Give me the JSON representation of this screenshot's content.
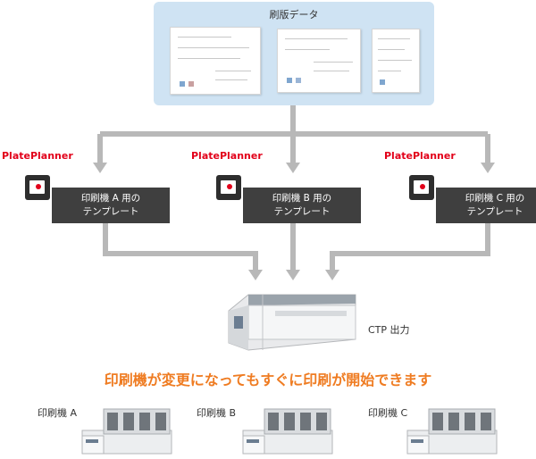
{
  "data_box": {
    "title": "刷版データ"
  },
  "plateplanner": [
    {
      "logo": "PlatePlanner",
      "line1": "印刷機 A 用の",
      "line2": "テンプレート"
    },
    {
      "logo": "PlatePlanner",
      "line1": "印刷機 B 用の",
      "line2": "テンプレート"
    },
    {
      "logo": "PlatePlanner",
      "line1": "印刷機 C 用の",
      "line2": "テンプレート"
    }
  ],
  "ctp": {
    "label": "CTP 出力"
  },
  "message": "印刷機が変更になってもすぐに印刷が開始できます",
  "presses": [
    {
      "label": "印刷機 A"
    },
    {
      "label": "印刷機 B"
    },
    {
      "label": "印刷機 C"
    }
  ],
  "colors": {
    "accent": "#ef7c22",
    "logo_red": "#e2001a",
    "box_blue": "#cfe3f3",
    "template_gray": "#3f3f3f",
    "arrow_gray": "#b3b3b3"
  },
  "icons": [
    "document-icon",
    "plateplanner-icon",
    "ctp-device-icon",
    "printing-press-icon",
    "arrow-icon"
  ]
}
